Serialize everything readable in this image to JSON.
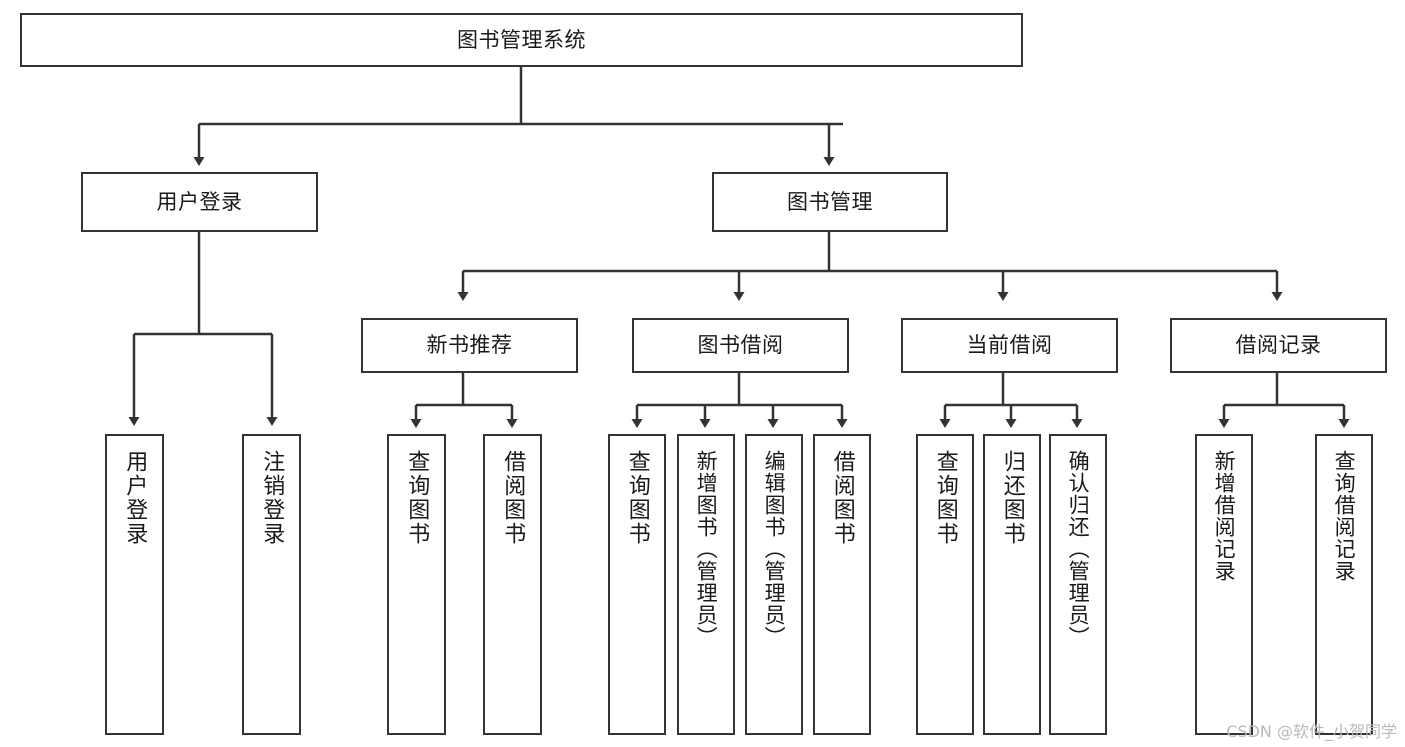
{
  "diagram": {
    "title": "图书管理系统",
    "type": "tree",
    "colors": {
      "box_border": "#333333",
      "box_fill": "#ffffff",
      "edge": "#333333",
      "text": "#1a1a1a",
      "watermark": "#b9b9b9",
      "background": "#ffffff"
    },
    "nodes": {
      "root": {
        "label": "图书管理系统"
      },
      "level1": [
        {
          "id": "user-login",
          "label": "用户登录"
        },
        {
          "id": "book-manage",
          "label": "图书管理"
        }
      ],
      "level2": [
        {
          "id": "new-book-recommend",
          "label": "新书推荐"
        },
        {
          "id": "book-borrow",
          "label": "图书借阅"
        },
        {
          "id": "current-borrow",
          "label": "当前借阅"
        },
        {
          "id": "borrow-record",
          "label": "借阅记录"
        }
      ],
      "leaves": {
        "user_login": [
          {
            "id": "leaf-user-login",
            "label": "用户登录"
          },
          {
            "id": "leaf-user-logout",
            "label": "注销登录"
          }
        ],
        "new_book_recommend": [
          {
            "id": "leaf-query-book-1",
            "label": "查询图书"
          },
          {
            "id": "leaf-borrow-book-1",
            "label": "借阅图书"
          }
        ],
        "book_borrow": [
          {
            "id": "leaf-query-book-2",
            "label": "查询图书"
          },
          {
            "id": "leaf-add-book",
            "label": "新增图书（管理员）"
          },
          {
            "id": "leaf-edit-book",
            "label": "编辑图书（管理员）"
          },
          {
            "id": "leaf-borrow-book-2",
            "label": "借阅图书"
          }
        ],
        "current_borrow": [
          {
            "id": "leaf-query-book-3",
            "label": "查询图书"
          },
          {
            "id": "leaf-return-book",
            "label": "归还图书"
          },
          {
            "id": "leaf-confirm-return",
            "label": "确认归还（管理员）"
          }
        ],
        "borrow_record": [
          {
            "id": "leaf-add-record",
            "label": "新增借阅记录"
          },
          {
            "id": "leaf-query-record",
            "label": "查询借阅记录"
          }
        ]
      }
    },
    "watermark": "CSDN @软件_小贺同学"
  }
}
